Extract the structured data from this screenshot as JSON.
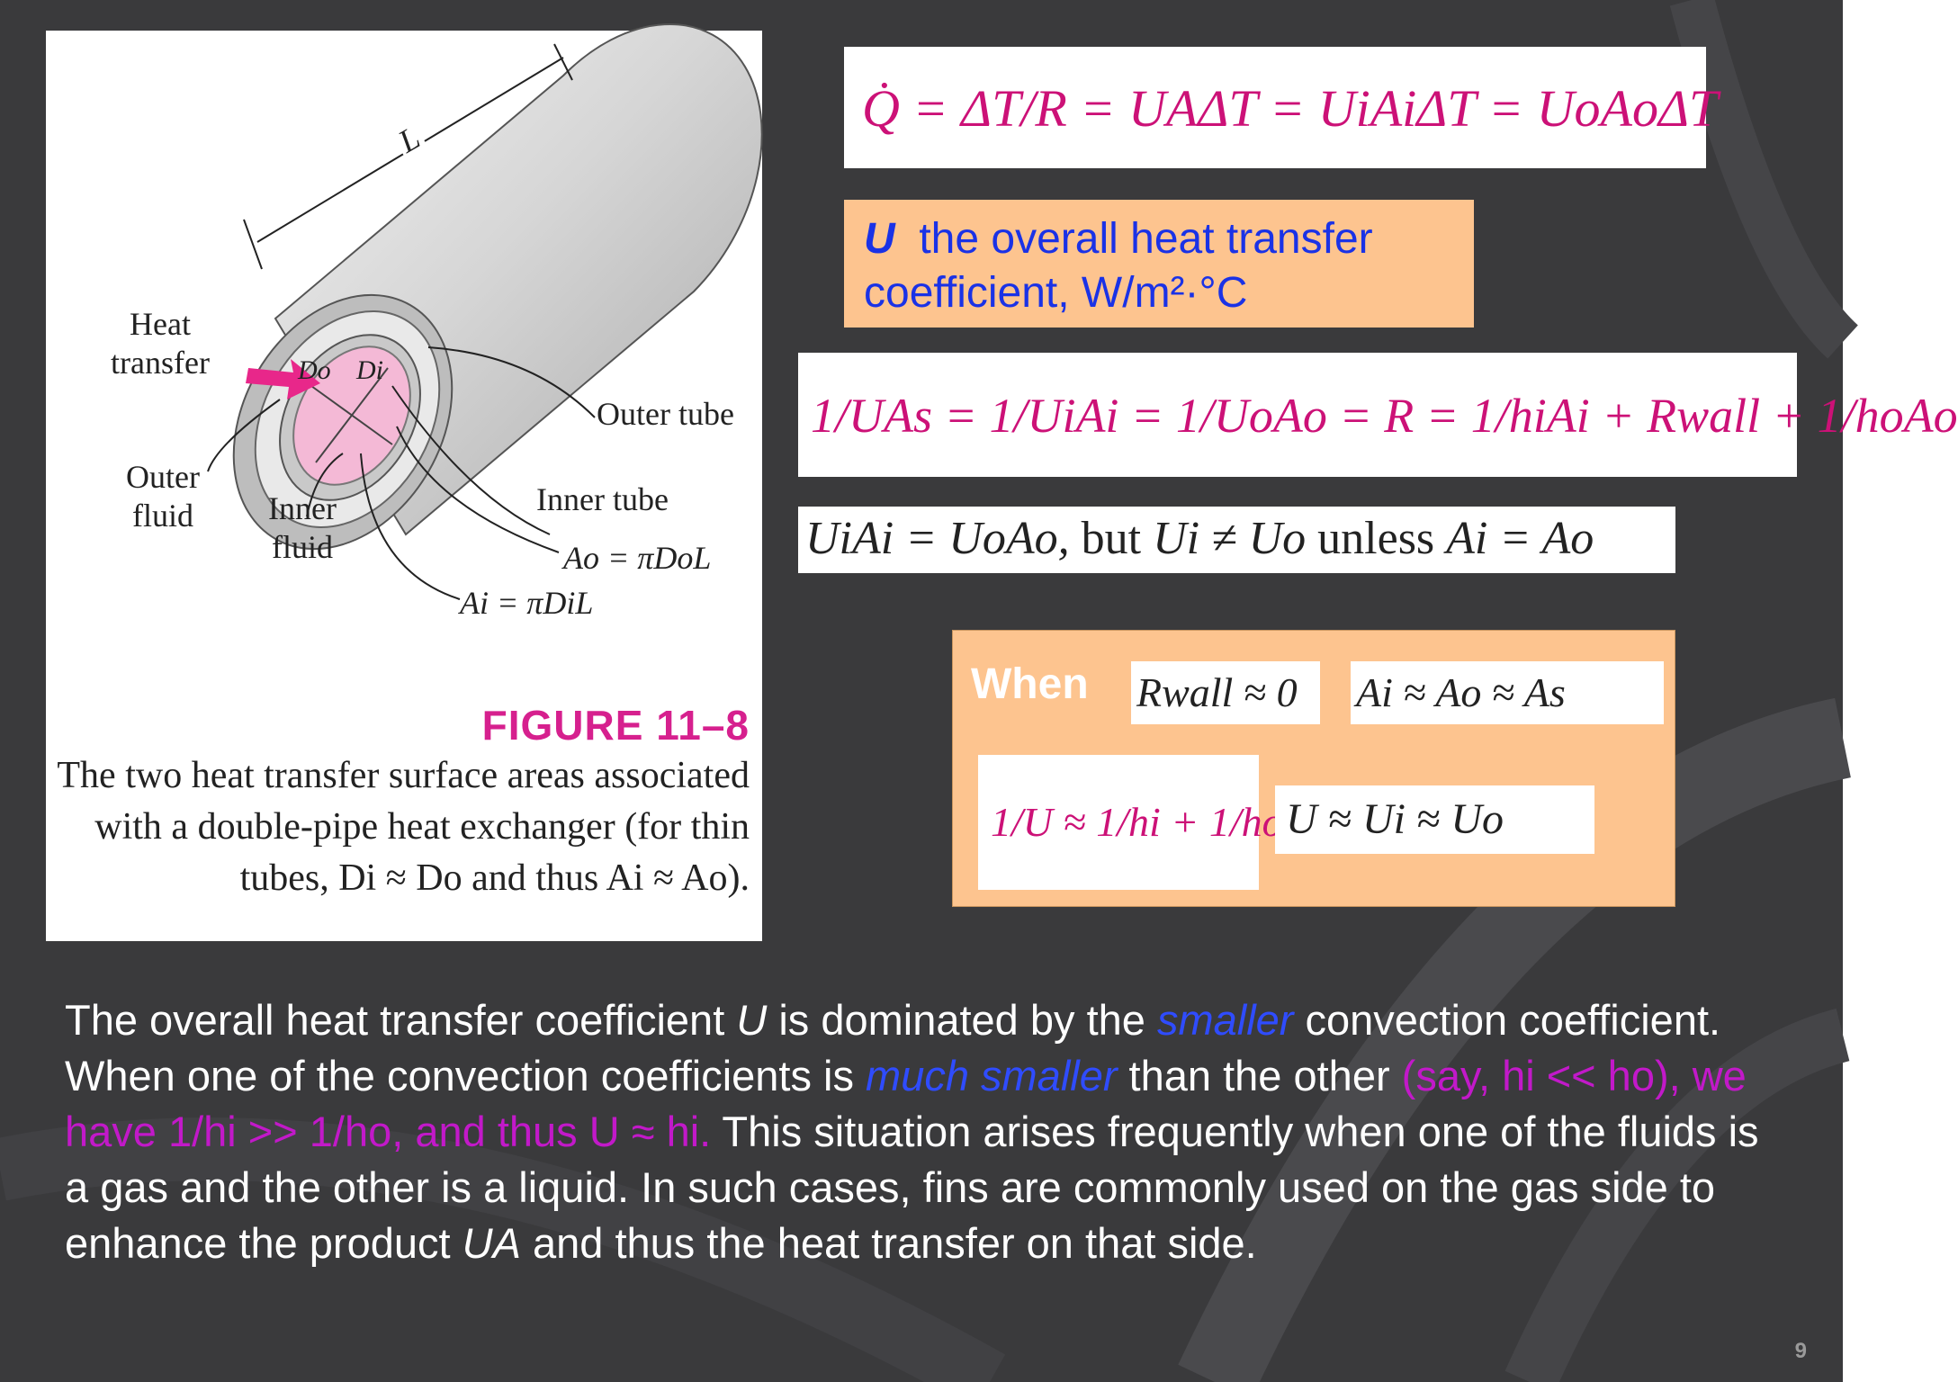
{
  "figure": {
    "labels": {
      "length": "L",
      "heat_transfer": "Heat transfer",
      "outer_tube": "Outer tube",
      "outer_fluid": "Outer fluid",
      "inner_fluid": "Inner fluid",
      "inner_tube": "Inner tube",
      "outer_area": "Ao = πDoL",
      "inner_area": "Ai = πDiL",
      "do": "Do",
      "di": "Di"
    },
    "title": "FIGURE 11–8",
    "caption": "The two heat transfer surface areas associated with a double-pipe heat exchanger (for thin tubes, Di ≈ Do and thus Ai ≈ Ao)."
  },
  "equations": {
    "q_dot": "Q̇ = ΔT/R = UAΔT = UiAiΔT = UoAoΔT",
    "resistance": "1/UAs = 1/UiAi = 1/UoAo = R = 1/hiAi + Rwall + 1/hoAo",
    "area_relation_lhs": "UiAi = UoAo,",
    "area_relation_but": "but",
    "area_relation_rhs": "Ui ≠ Uo",
    "area_relation_unless": "unless",
    "area_relation_cond": "Ai = Ao"
  },
  "note": {
    "symbol": "U",
    "text": "the overall heat transfer coefficient, W/m²·°C"
  },
  "when_box": {
    "label": "When",
    "rwall": "Rwall ≈ 0",
    "areas": "Ai ≈ Ao ≈ As",
    "u_sum": "1/U ≈ 1/hi + 1/ho",
    "u_equal": "U ≈ Ui ≈ Uo"
  },
  "body": {
    "p1": "The overall heat transfer coefficient ",
    "u1": "U",
    "p2": " is dominated by the ",
    "smaller": "smaller",
    "p3": " convection coefficient. When one of the convection coefficients is ",
    "much_smaller": "much smaller",
    "p4": " than the other ",
    "magenta": "(say, hi << ho), we have 1/hi >> 1/ho, and thus U ≈ hi.",
    "p5": " This situation arises frequently when one of the fluids is a gas and the other is a liquid. In such cases, fins are commonly used on the gas side to enhance the product ",
    "ua": "UA",
    "p6": " and thus the heat transfer on that side."
  },
  "page_number": "9",
  "colors": {
    "background": "#3a3a3c",
    "equation": "#cc1177",
    "note_text": "#1a32e6",
    "peach": "#fdc48f",
    "figure_title": "#d6208e"
  }
}
